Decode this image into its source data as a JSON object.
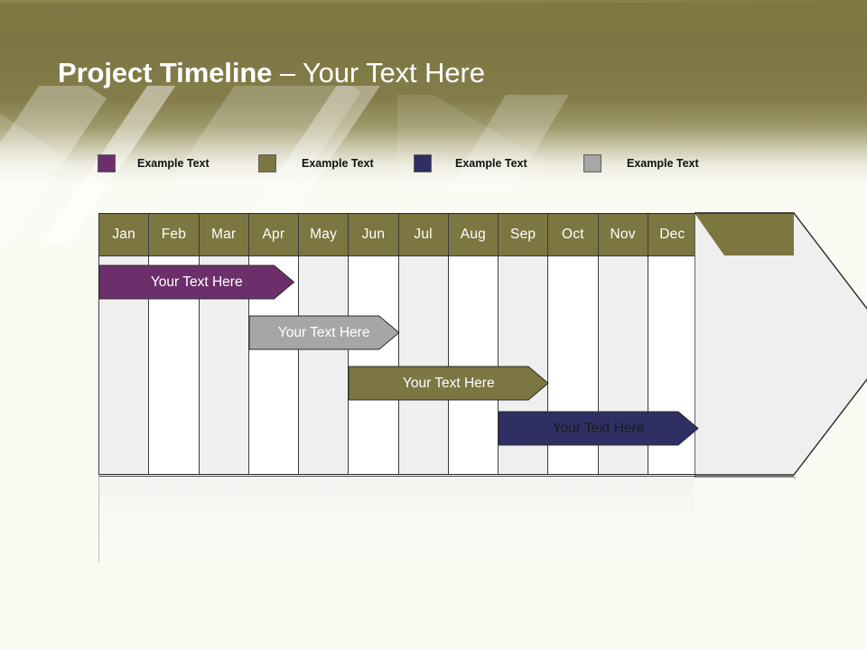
{
  "slide": {
    "title_bold": "Project Timeline ",
    "title_rest": "– Your Text Here",
    "background_color": "#fbfbf4",
    "header_color": "#7c7642"
  },
  "legend": {
    "items": [
      {
        "label": "Example Text",
        "color": "#6d2f6b",
        "swatch_name": "legend-swatch-purple"
      },
      {
        "label": "Example Text",
        "color": "#7c7642",
        "swatch_name": "legend-swatch-olive"
      },
      {
        "label": "Example Text",
        "color": "#2f2f63",
        "swatch_name": "legend-swatch-navy"
      },
      {
        "label": "Example Text",
        "color": "#a6a6a6",
        "swatch_name": "legend-swatch-gray"
      }
    ]
  },
  "chart_data": {
    "type": "bar",
    "title": "Project Timeline – Your Text Here",
    "xlabel": "",
    "ylabel": "",
    "categories": [
      "Jan",
      "Feb",
      "Mar",
      "Apr",
      "May",
      "Jun",
      "Jul",
      "Aug",
      "Sep",
      "Oct",
      "Nov",
      "Dec"
    ],
    "grid": true,
    "legend_position": "top",
    "series": [
      {
        "name": "Example Text",
        "label": "Your  Text Here",
        "color": "#6d2f6b",
        "text_color": "#ffffff",
        "start_month": "Jan",
        "end_month": "Apr",
        "start_index": 0,
        "span": 3.9
      },
      {
        "name": "Example Text",
        "label": "Your  Text Here",
        "color": "#a6a6a6",
        "text_color": "#ffffff",
        "start_month": "Apr",
        "end_month": "Jun",
        "start_index": 3,
        "span": 3.0
      },
      {
        "name": "Example Text",
        "label": "Your  Text Here",
        "color": "#7c7642",
        "text_color": "#ffffff",
        "start_month": "Jun",
        "end_month": "Sep",
        "start_index": 5,
        "span": 4.0
      },
      {
        "name": "Example Text",
        "label": "Your  Text Here",
        "color": "#2f2f63",
        "text_color": "#1b1b1b",
        "start_month": "Sep",
        "end_month": "Dec",
        "start_index": 8,
        "span": 4.0
      }
    ]
  }
}
